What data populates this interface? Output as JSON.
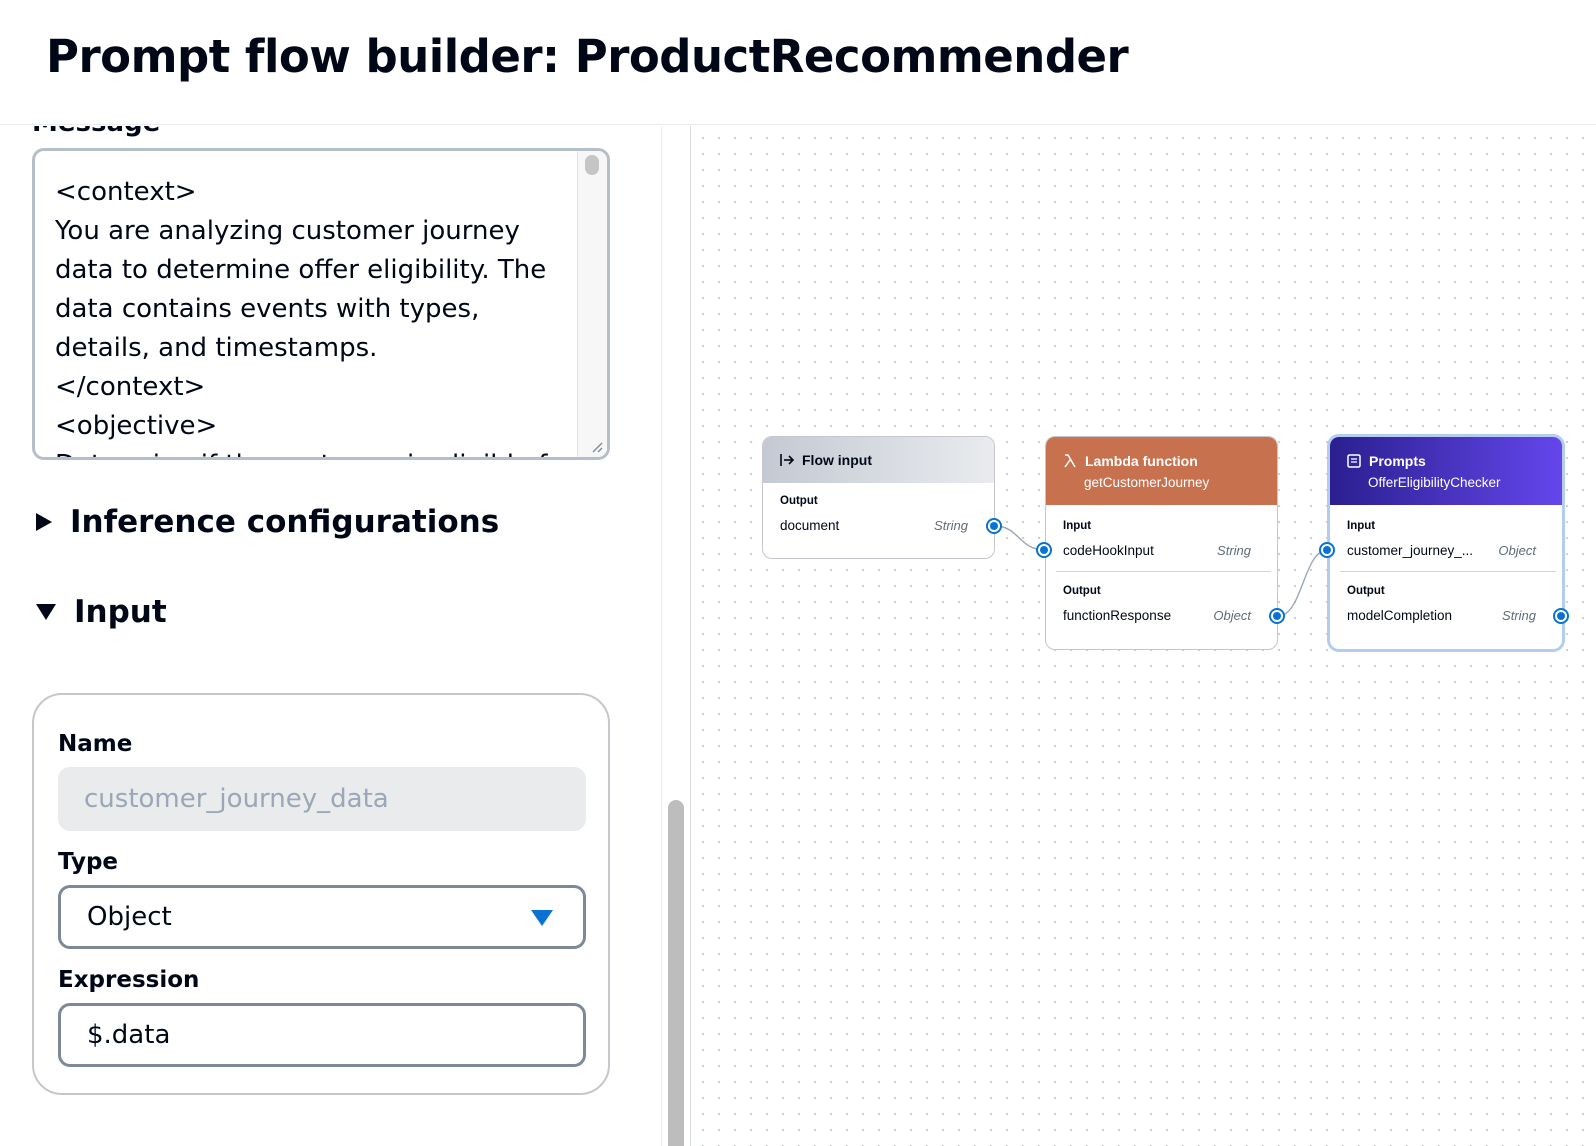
{
  "header": {
    "title": "Prompt flow builder: ProductRecommender"
  },
  "message": {
    "label": "Message",
    "text": "<context>\nYou are analyzing customer journey data to determine offer eligibility. The data contains events with types, details, and timestamps.\n</context>\n<objective>\nDetermine if the customer is eligible for"
  },
  "sections": {
    "inference": "Inference configurations",
    "input": "Input"
  },
  "input_form": {
    "name_label": "Name",
    "name_value": "customer_journey_data",
    "type_label": "Type",
    "type_value": "Object",
    "expression_label": "Expression",
    "expression_value": "$.data"
  },
  "nodes": {
    "flow_input": {
      "title": "Flow input",
      "output_label": "Output",
      "output_name": "document",
      "output_type": "String"
    },
    "lambda": {
      "title": "Lambda function",
      "subtitle": "getCustomerJourney",
      "input_label": "Input",
      "input_name": "codeHookInput",
      "input_type": "String",
      "output_label": "Output",
      "output_name": "functionResponse",
      "output_type": "Object",
      "color": "#c8714f"
    },
    "prompts": {
      "title": "Prompts",
      "subtitle": "OfferEligibilityChecker",
      "input_label": "Input",
      "input_name": "customer_journey_...",
      "input_type": "Object",
      "output_label": "Output",
      "output_name": "modelCompletion",
      "output_type": "String",
      "color": "#4b2fd1"
    }
  },
  "icons": {
    "flow_input": "arrow-into-bar-icon",
    "lambda": "lambda-icon",
    "prompts": "document-icon"
  }
}
